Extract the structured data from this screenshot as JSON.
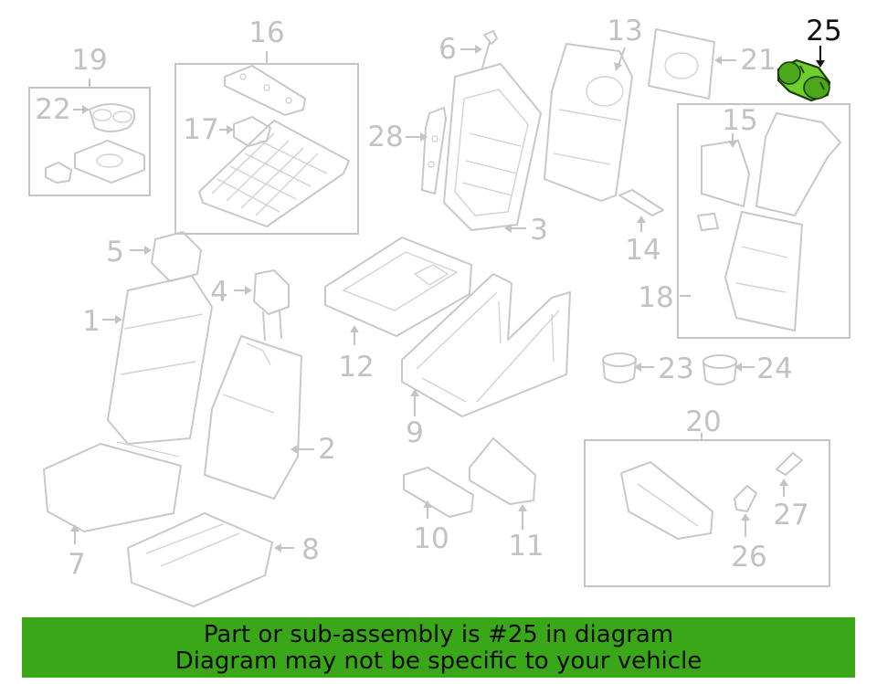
{
  "diagram": {
    "highlighted_part": "25",
    "callouts": {
      "c1": "1",
      "c2": "2",
      "c3": "3",
      "c4": "4",
      "c5": "5",
      "c6": "6",
      "c7": "7",
      "c8": "8",
      "c9": "9",
      "c10": "10",
      "c11": "11",
      "c12": "12",
      "c13": "13",
      "c14": "14",
      "c15": "15",
      "c16": "16",
      "c17": "17",
      "c18": "18",
      "c19": "19",
      "c20": "20",
      "c21": "21",
      "c22": "22",
      "c23": "23",
      "c24": "24",
      "c25": "25",
      "c26": "26",
      "c27": "27",
      "c28": "28"
    }
  },
  "banner": {
    "line1": "Part or sub-assembly is #25 in diagram",
    "line2": "Diagram may not be specific to your vehicle"
  },
  "colors": {
    "banner_bg": "#3aa719",
    "highlight_part": "#6fcf2a",
    "line_art": "#c8c8c8"
  }
}
